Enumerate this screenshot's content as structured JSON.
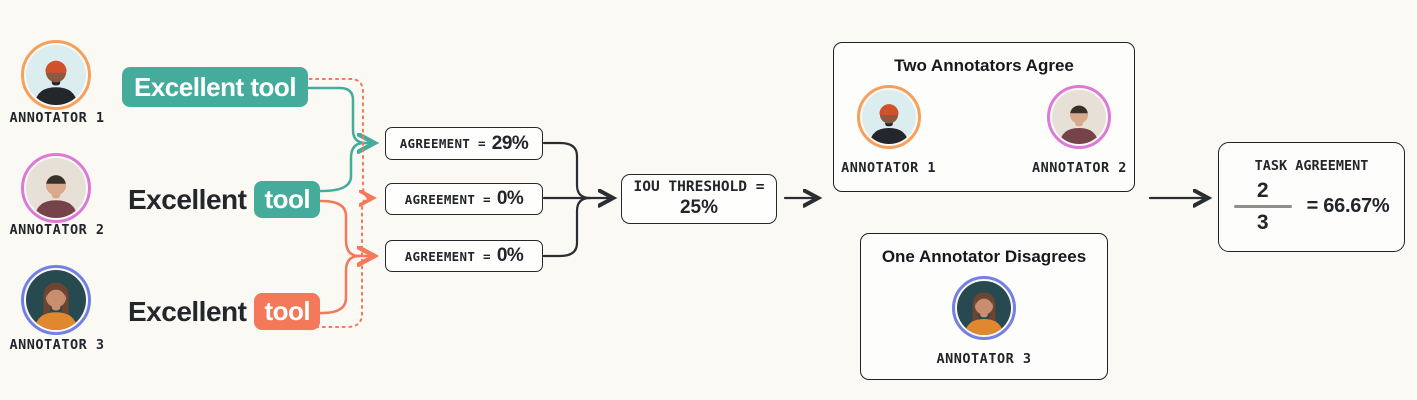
{
  "palette": {
    "teal": "#45AC9C",
    "coral": "#F4785A",
    "ink": "#22262B",
    "line_dark": "#2A2E33",
    "background": "#FAF9F4"
  },
  "annotators": [
    {
      "label": "ANNOTATOR 1",
      "ring": "#F5A05C",
      "avatar": {
        "style": "beanie",
        "bg": "#DCEDF0",
        "skin": "#8A5A3F",
        "hat": "#D2512D",
        "shirt": "#23262B"
      }
    },
    {
      "label": "ANNOTATOR 2",
      "ring": "#DD7AD8",
      "avatar": {
        "style": "short",
        "bg": "#E6E0D6",
        "skin": "#D9A98C",
        "hair": "#38302A",
        "shirt": "#77434B"
      }
    },
    {
      "label": "ANNOTATOR 3",
      "ring": "#7280E6",
      "avatar": {
        "style": "long",
        "bg": "#274A50",
        "skin": "#C98E6F",
        "hair": "#6B4530",
        "shirt": "#E08830"
      }
    }
  ],
  "annotations": [
    {
      "annotator": "ANNOTATOR 1",
      "full_span_text": "Excellent tool",
      "highlight": "teal"
    },
    {
      "annotator": "ANNOTATOR 2",
      "plain_text": "Excellent",
      "span_text": "tool",
      "highlight": "teal"
    },
    {
      "annotator": "ANNOTATOR 3",
      "plain_text": "Excellent",
      "span_text": "tool",
      "highlight": "coral"
    }
  ],
  "pairwise_agreements": [
    {
      "label": "AGREEMENT =",
      "value": "29%"
    },
    {
      "label": "AGREEMENT =",
      "value": "0%"
    },
    {
      "label": "AGREEMENT =",
      "value": "0%"
    }
  ],
  "iou_threshold": {
    "label": "IOU THRESHOLD =",
    "value": "25%"
  },
  "agree_group": {
    "title": "Two Annotators Agree",
    "members": [
      {
        "label": "ANNOTATOR 1"
      },
      {
        "label": "ANNOTATOR 2"
      }
    ]
  },
  "disagree_group": {
    "title": "One Annotator Disagrees",
    "members": [
      {
        "label": "ANNOTATOR 3"
      }
    ]
  },
  "task_agreement": {
    "title": "TASK AGREEMENT",
    "numerator": "2",
    "denominator": "3",
    "result": "= 66.67%"
  }
}
